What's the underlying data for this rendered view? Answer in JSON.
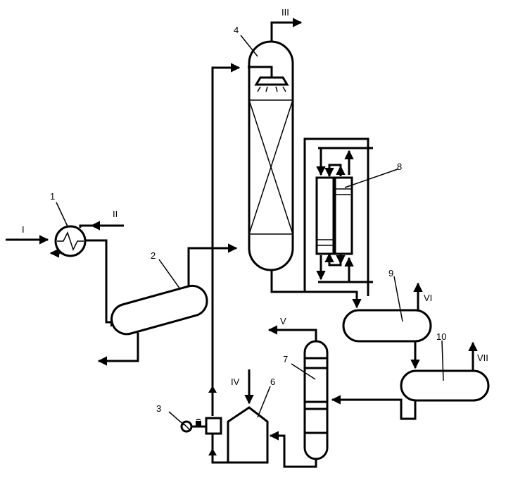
{
  "equipment_numbers": {
    "heat_exchanger": "1",
    "separator": "2",
    "pump": "3",
    "absorber": "4",
    "column": "7",
    "furnace": "6",
    "regenerator": "8",
    "receiver_9": "9",
    "receiver_10": "10"
  },
  "streams": {
    "s1": "I",
    "s2": "II",
    "s3": "III",
    "s4": "IV",
    "s5": "V",
    "s6": "VI",
    "s7": "VII"
  }
}
